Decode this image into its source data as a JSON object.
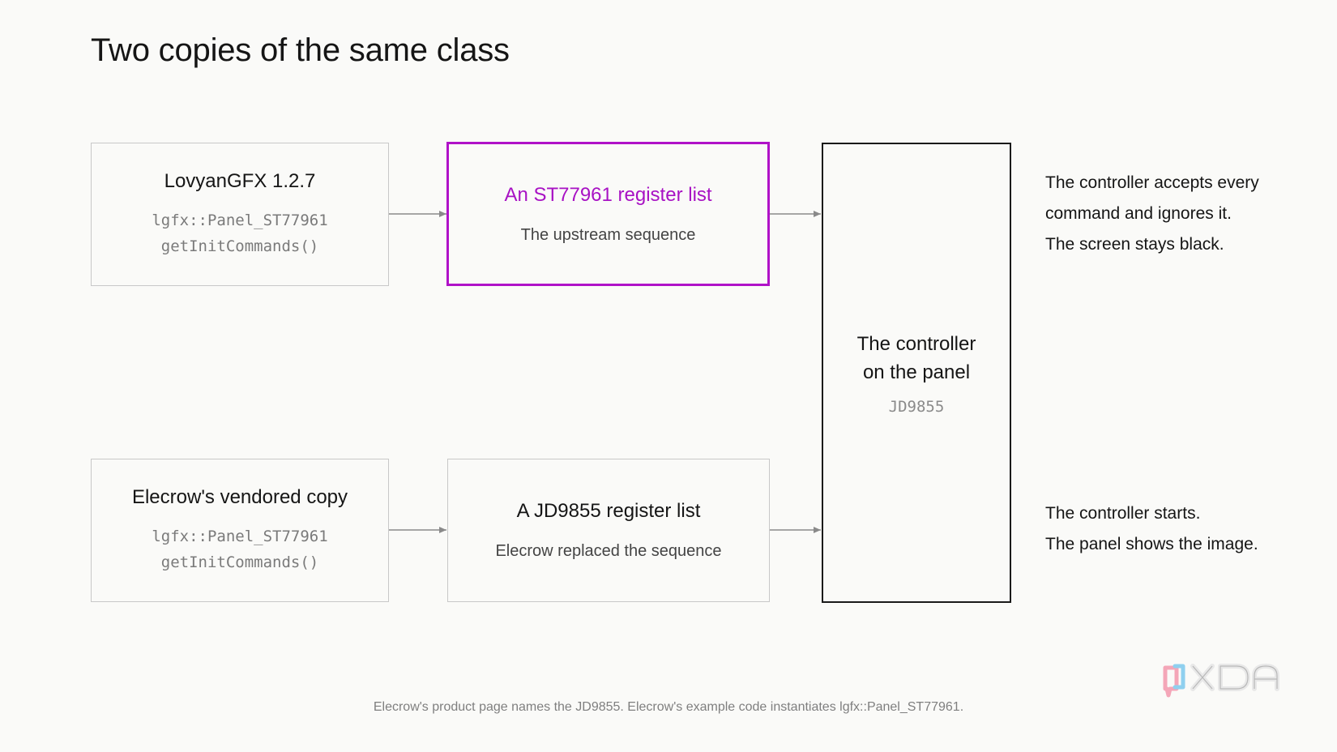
{
  "title": "Two copies of the same class",
  "top_row": {
    "source": {
      "title": "LovyanGFX 1.2.7",
      "code_line1": "lgfx::Panel_ST77961",
      "code_line2": "getInitCommands()"
    },
    "register_list": {
      "title": "An ST77961 register list",
      "subtitle": "The upstream sequence"
    }
  },
  "bottom_row": {
    "source": {
      "title": "Elecrow's vendored copy",
      "code_line1": "lgfx::Panel_ST77961",
      "code_line2": "getInitCommands()"
    },
    "register_list": {
      "title": "A JD9855 register list",
      "subtitle": "Elecrow replaced the sequence"
    }
  },
  "controller": {
    "line1": "The controller",
    "line2": "on the panel",
    "code": "JD9855"
  },
  "notes": {
    "top": [
      "The controller accepts every",
      "command and ignores it.",
      "The screen stays black."
    ],
    "bottom": [
      "The controller starts.",
      "The panel shows the image."
    ]
  },
  "footer": "Elecrow's product page names the JD9855. Elecrow's example code instantiates lgfx::Panel_ST77961.",
  "logo_text": "XDA",
  "colors": {
    "accent": "#b012c8",
    "box_border": "#c8c8c8",
    "controller_border": "#1a1a1a",
    "arrow": "#8a8a8a",
    "background": "#fafaf8"
  }
}
